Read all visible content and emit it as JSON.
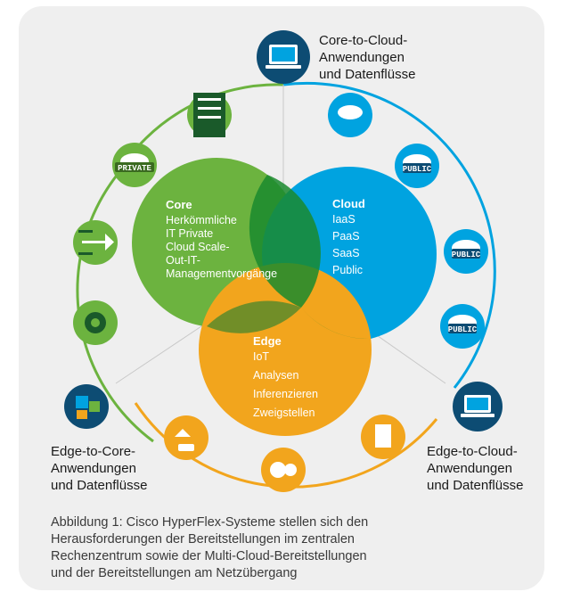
{
  "labels": {
    "core_to_cloud": [
      "Core-to-Cloud-",
      "Anwendungen",
      "und Datenflüsse"
    ],
    "edge_to_core": [
      "Edge-to-Core-",
      "Anwendungen",
      "und Datenflüsse"
    ],
    "edge_to_cloud": [
      "Edge-to-Cloud-",
      "Anwendungen",
      "und Datenflüsse"
    ]
  },
  "circles": {
    "core": {
      "title": "Core",
      "lines": [
        "Herkömmliche",
        "IT Private",
        "Cloud Scale-",
        "Out-IT-",
        "Managementvorgänge"
      ],
      "color": "#6cb33f"
    },
    "cloud": {
      "title": "Cloud",
      "lines": [
        "IaaS",
        "PaaS",
        "SaaS",
        "Public"
      ],
      "color": "#00a3e0"
    },
    "edge": {
      "title": "Edge",
      "lines": [
        "IoT",
        "Analysen",
        "Inferenzieren",
        "Zweigstellen"
      ],
      "color": "#f2a51d"
    },
    "overlap_color": "#1a8a2e"
  },
  "badges": {
    "private": "PRIVATE",
    "public1": "PUBLIC",
    "public2": "PUBLIC",
    "public3": "PUBLIC"
  },
  "icons": [
    "laptop-cloud-icon",
    "cloud-network-icon",
    "public-cloud-icon",
    "server-rack-icon",
    "private-cloud-icon",
    "arrow-icon",
    "gear-icon",
    "devices-icon",
    "iot-icon",
    "brain-gear-icon",
    "building-icon"
  ],
  "caption": [
    "Abbildung 1: Cisco HyperFlex-Systeme stellen sich den",
    "Herausforderungen der Bereitstellungen im zentralen",
    "Rechenzentrum sowie der Multi-Cloud-Bereitstellungen",
    "und der Bereitstellungen am Netzübergang"
  ]
}
